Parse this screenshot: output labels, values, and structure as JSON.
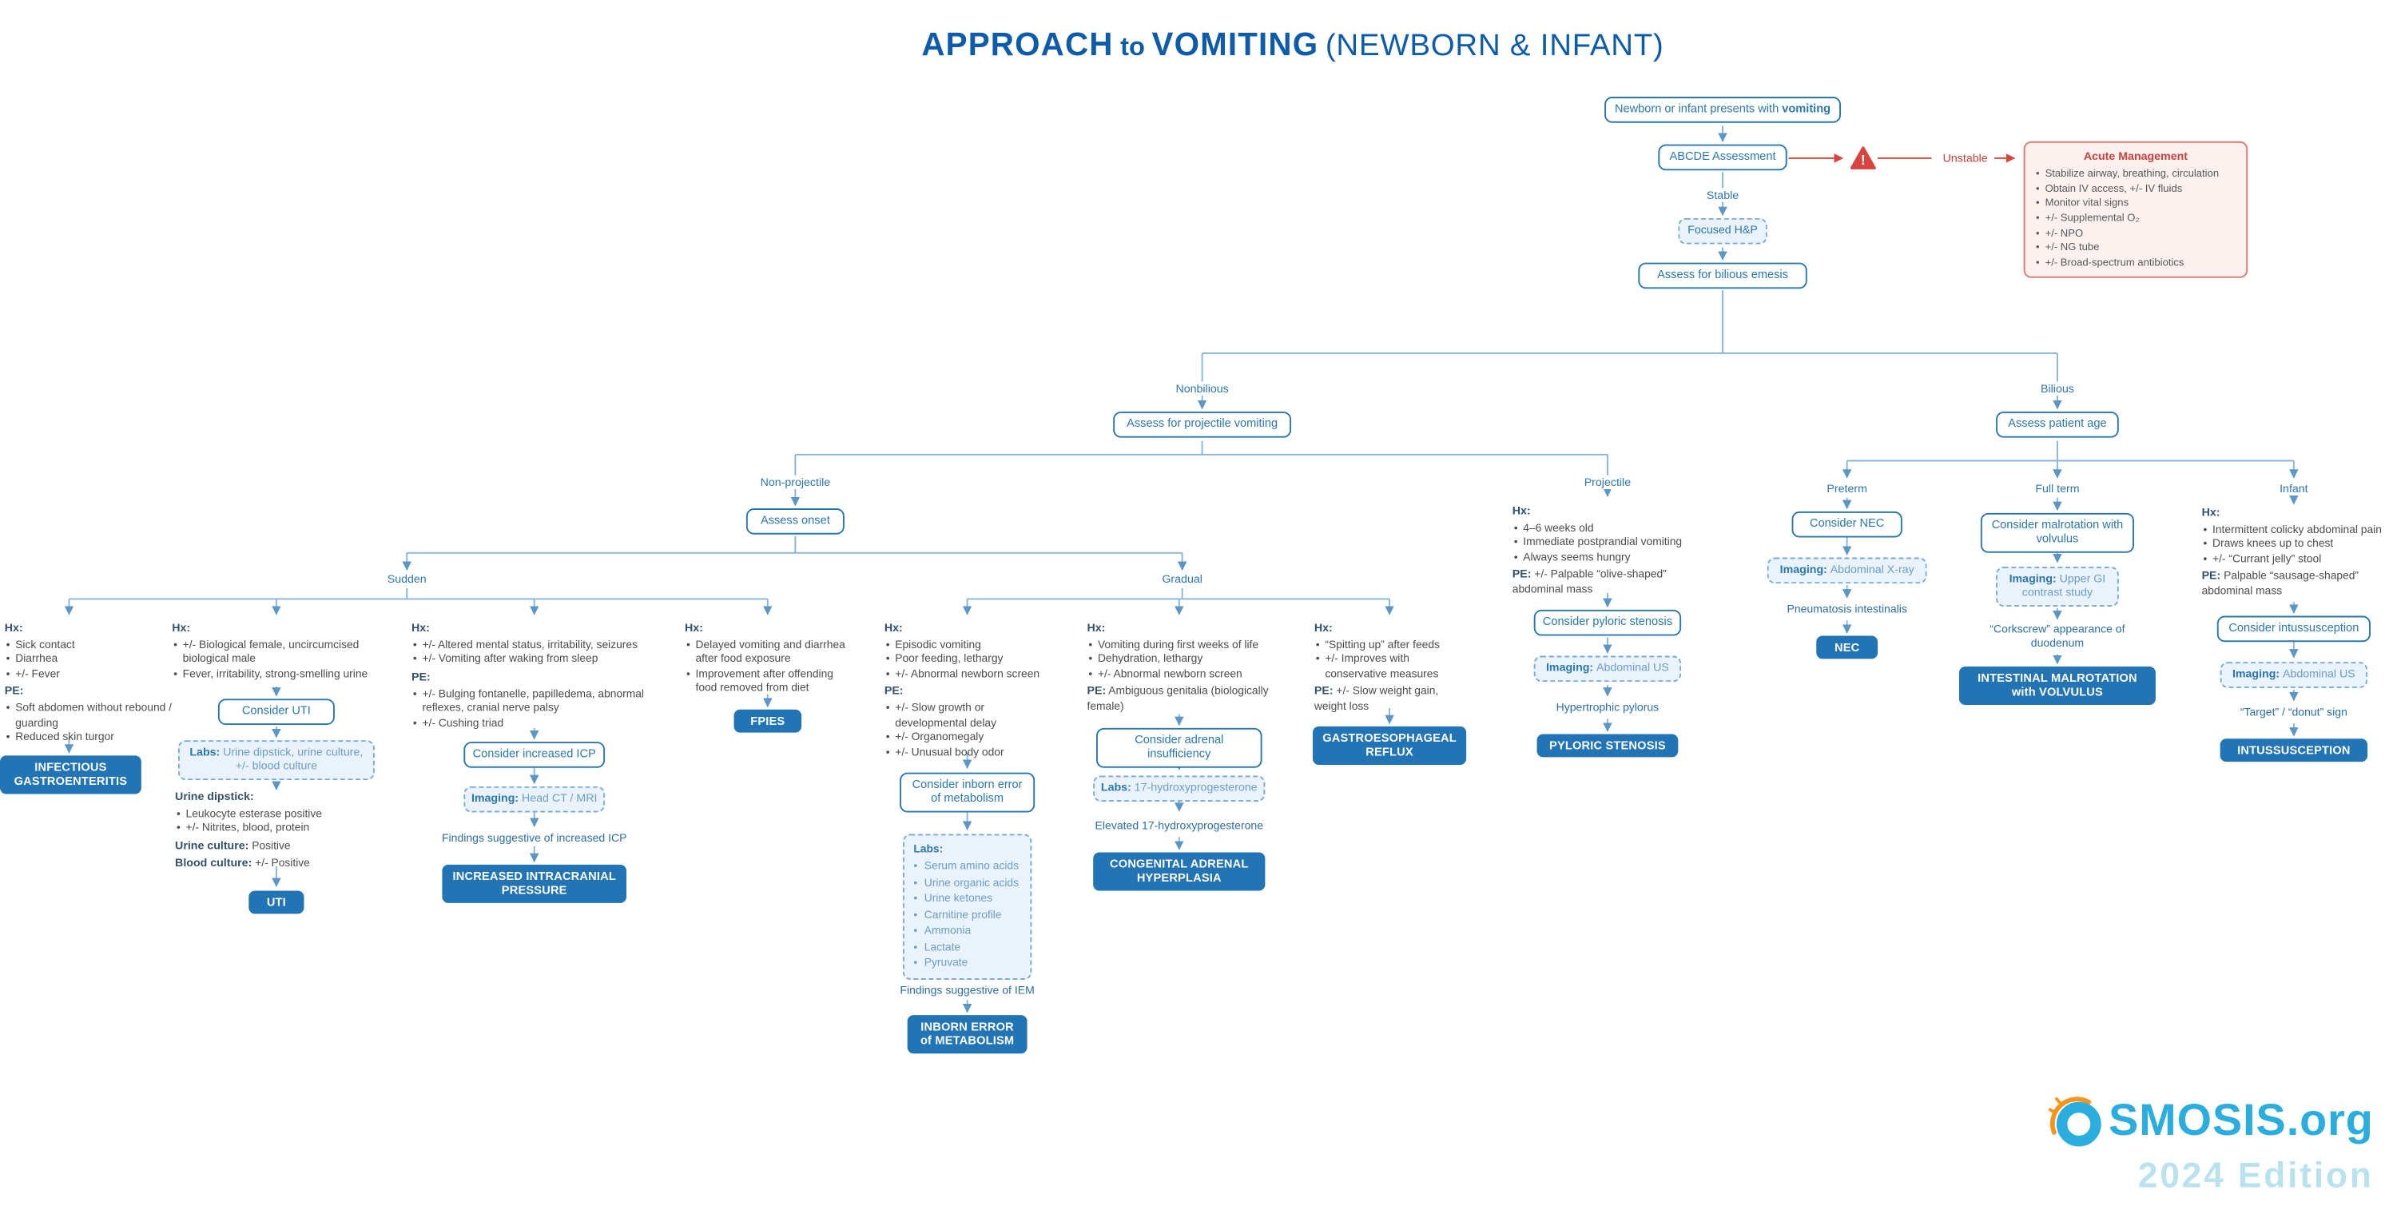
{
  "title": {
    "w1": "APPROACH",
    "w2": "to",
    "w3": "VOMITING",
    "w4": "(NEWBORN & INFANT)"
  },
  "labels": {
    "hx": "Hx:",
    "pe": "PE:",
    "labs": "Labs:",
    "imaging": "Imaging:"
  },
  "top": {
    "presents_prefix": "Newborn or infant presents with ",
    "presents_bold": "vomiting",
    "abcde": "ABCDE Assessment",
    "unstable": "Unstable",
    "stable": "Stable",
    "focused": "Focused H&P",
    "assess_bilious": "Assess for bilious emesis",
    "acute": {
      "title": "Acute Management",
      "items": [
        "Stabilize airway, breathing, circulation",
        "Obtain IV access, +/- IV fluids",
        "Monitor vital signs",
        "+/- Supplemental O₂",
        "+/- NPO",
        "+/- NG tube",
        "+/- Broad-spectrum antibiotics"
      ]
    }
  },
  "branches": {
    "nonbilious": "Nonbilious",
    "bilious": "Bilious",
    "assess_projectile": "Assess for projectile vomiting",
    "assess_age": "Assess patient age",
    "nonprojectile": "Non-projectile",
    "projectile": "Projectile",
    "assess_onset": "Assess onset",
    "sudden": "Sudden",
    "gradual": "Gradual",
    "preterm": "Preterm",
    "fullterm": "Full term",
    "infant": "Infant"
  },
  "cols": {
    "pyloric": {
      "hx_items": [
        "4–6 weeks old",
        "Immediate postprandial vomiting",
        "Always seems hungry"
      ],
      "pe_text": "+/- Palpable “olive-shaped” abdominal mass",
      "consider": "Consider pyloric stenosis",
      "imaging_value": "Abdominal US",
      "finding": "Hypertrophic pylorus",
      "dx": "PYLORIC STENOSIS"
    },
    "gastro": {
      "hx_items": [
        "Sick contact",
        "Diarrhea",
        "+/- Fever"
      ],
      "pe_items": [
        "Soft abdomen without rebound / guarding",
        "Reduced skin turgor"
      ],
      "dx": "INFECTIOUS GASTROENTERITIS"
    },
    "uti": {
      "hx_items": [
        "+/- Biological female, uncircumcised biological male",
        "Fever, irritability, strong-smelling urine"
      ],
      "consider": "Consider UTI",
      "labs_value": "Urine dipstick, urine culture, +/- blood culture",
      "dipstick_label": "Urine dipstick:",
      "dipstick_items": [
        "Leukocyte esterase positive",
        "+/- Nitrites, blood, protein"
      ],
      "culture_label": "Urine culture:",
      "culture_value": "Positive",
      "blood_label": "Blood culture:",
      "blood_value": "+/- Positive",
      "dx": "UTI"
    },
    "icp": {
      "hx_items": [
        "+/- Altered mental status, irritability, seizures",
        "+/- Vomiting after waking from sleep"
      ],
      "pe_items": [
        "+/- Bulging fontanelle, papilledema, abnormal reflexes, cranial nerve palsy",
        "+/- Cushing triad"
      ],
      "consider": "Consider increased ICP",
      "imaging_value": "Head CT / MRI",
      "finding": "Findings suggestive of increased ICP",
      "dx": "INCREASED INTRACRANIAL PRESSURE"
    },
    "fpies": {
      "hx_items": [
        "Delayed vomiting and diarrhea after food exposure",
        "Improvement after offending food removed from diet"
      ],
      "dx": "FPIES"
    },
    "iem": {
      "hx_items": [
        "Episodic vomiting",
        "Poor feeding, lethargy",
        "+/- Abnormal newborn screen"
      ],
      "pe_items": [
        "+/- Slow growth or developmental delay",
        "+/- Organomegaly",
        "+/- Unusual body odor"
      ],
      "consider": "Consider inborn error of metabolism",
      "labs_items": [
        "Serum amino acids",
        "Urine organic acids",
        "Urine ketones",
        "Carnitine profile",
        "Ammonia",
        "Lactate",
        "Pyruvate"
      ],
      "finding": "Findings suggestive of IEM",
      "dx": "INBORN ERROR of METABOLISM"
    },
    "cah": {
      "hx_items": [
        "Vomiting during first weeks of life",
        "Dehydration, lethargy",
        "+/- Abnormal newborn screen"
      ],
      "pe_text": "Ambiguous genitalia (biologically female)",
      "consider": "Consider adrenal insufficiency",
      "labs_value": "17-hydroxyprogesterone",
      "finding": "Elevated 17-hydroxyprogesterone",
      "dx": "CONGENITAL ADRENAL HYPERPLASIA"
    },
    "ger": {
      "hx_items": [
        "“Spitting up” after feeds",
        "+/- Improves with conservative measures"
      ],
      "pe_text": "+/- Slow weight gain, weight loss",
      "dx": "GASTROESOPHAGEAL REFLUX"
    },
    "nec": {
      "consider": "Consider NEC",
      "imaging_value": "Abdominal X-ray",
      "finding": "Pneumatosis intestinalis",
      "dx": "NEC"
    },
    "malrot": {
      "consider": "Consider malrotation with volvulus",
      "imaging_value": "Upper GI contrast study",
      "finding": "“Corkscrew” appearance of duodenum",
      "dx": "INTESTINAL MALROTATION with VOLVULUS"
    },
    "intus": {
      "hx_items": [
        "Intermittent colicky abdominal pain",
        "Draws knees up to chest",
        "+/- “Currant jelly” stool"
      ],
      "pe_text": "Palpable “sausage-shaped” abdominal mass",
      "consider": "Consider intussusception",
      "imaging_value": "Abdominal US",
      "finding": "“Target” / “donut” sign",
      "dx": "INTUSSUSCEPTION"
    }
  },
  "logo": {
    "text": "SMOSIS.org",
    "edition": "2024 Edition"
  }
}
